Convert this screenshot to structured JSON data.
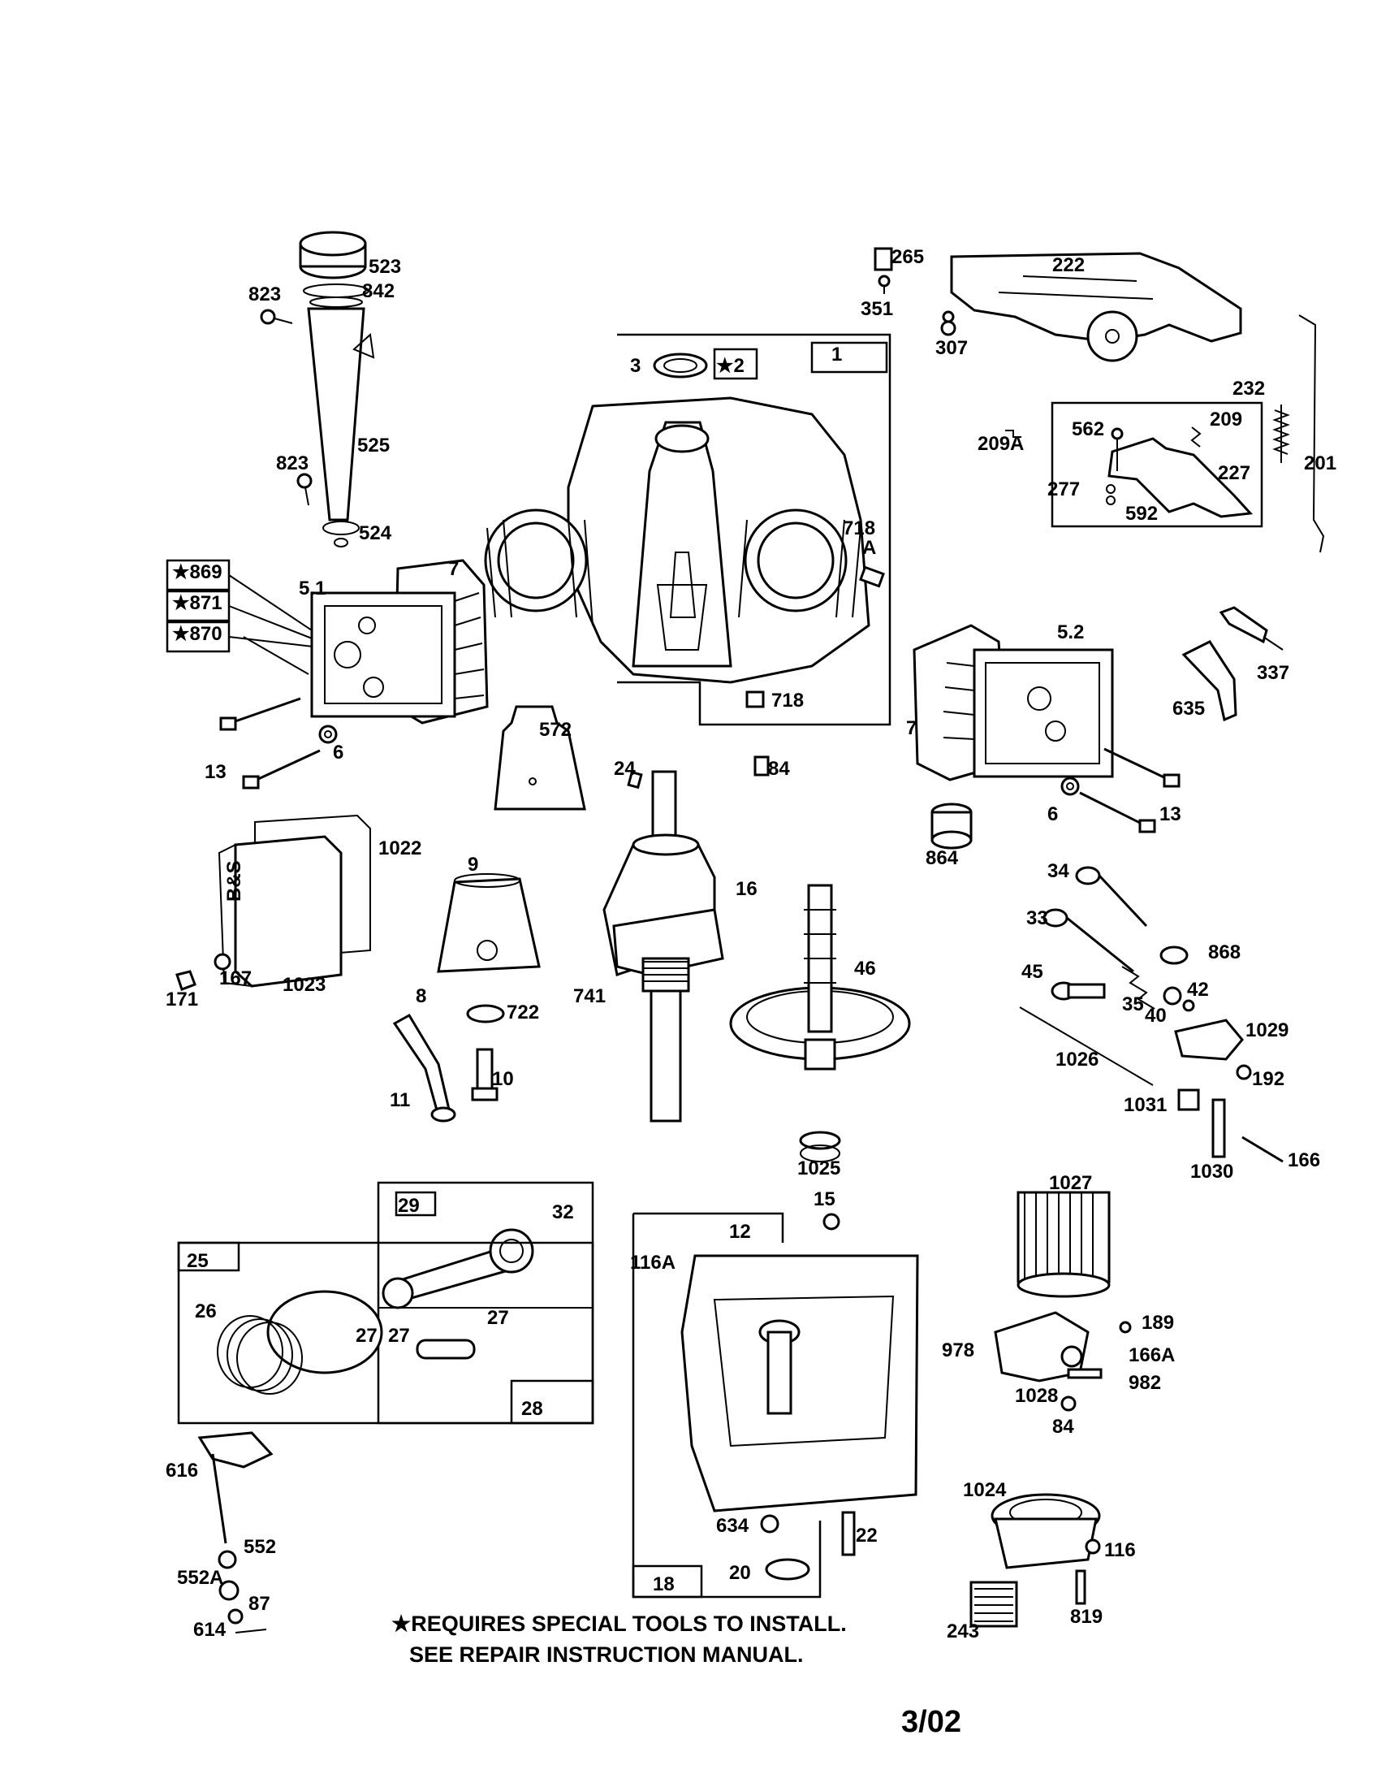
{
  "diagram": {
    "part_labels": [
      "523",
      "842",
      "823",
      "525",
      "823",
      "524",
      "265",
      "351",
      "222",
      "307",
      "1",
      "3",
      "★2",
      "718\nA",
      "718",
      "232",
      "201",
      "209",
      "209A",
      "562",
      "227",
      "277",
      "592",
      "★869",
      "★871",
      "★870",
      "5.1",
      "7",
      "13",
      "6",
      "572",
      "24",
      "84",
      "5.2",
      "7",
      "635",
      "337",
      "6",
      "13",
      "864",
      "1022",
      "167",
      "171",
      "1023",
      "9",
      "8",
      "722",
      "10",
      "11",
      "16",
      "741",
      "46",
      "1025",
      "34",
      "33",
      "868",
      "45",
      "35",
      "40",
      "42",
      "1029",
      "1026",
      "192",
      "1031",
      "166",
      "1030",
      "29",
      "32",
      "25",
      "26",
      "27",
      "27",
      "27",
      "28",
      "12",
      "15",
      "116A",
      "1027",
      "189",
      "978",
      "166A",
      "1028",
      "982",
      "84",
      "616",
      "552",
      "552A",
      "87",
      "614",
      "634",
      "22",
      "20",
      "18",
      "1024",
      "116",
      "819",
      "243"
    ],
    "footnote_line1": "★REQUIRES SPECIAL TOOLS TO INSTALL.",
    "footnote_line2": "SEE REPAIR INSTRUCTION MANUAL.",
    "page_code": "3/02"
  }
}
